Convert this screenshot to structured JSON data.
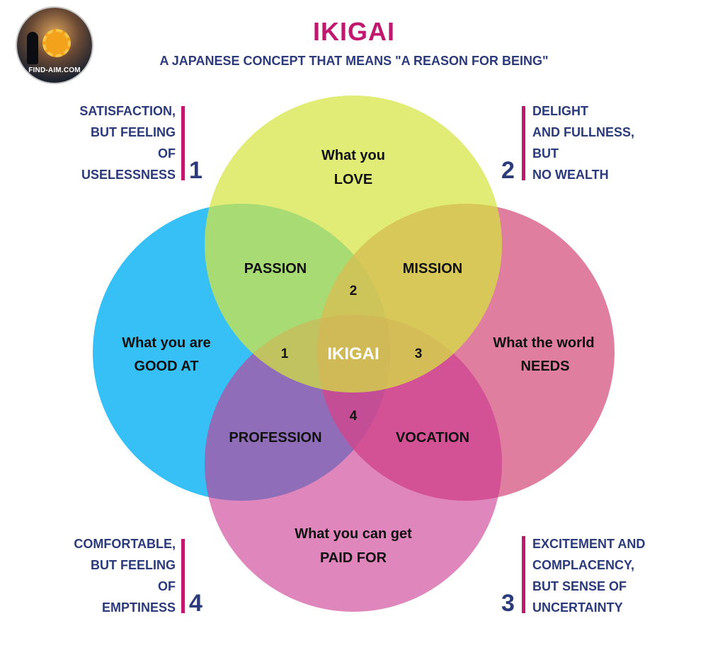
{
  "header": {
    "logo_text": "FIND-AIM.COM",
    "title": "IKIGAI",
    "subtitle": "A JAPANESE CONCEPT THAT MEANS \"A REASON FOR BEING\""
  },
  "circles": {
    "love": {
      "line1": "What you",
      "line2": "LOVE",
      "color": "#dcea5a"
    },
    "good_at": {
      "line1": "What you are",
      "line2": "GOOD AT",
      "color": "#2cbdf5"
    },
    "world_needs": {
      "line1": "What the world",
      "line2": "NEEDS",
      "color": "#d9618a"
    },
    "paid_for": {
      "line1": "What you can get",
      "line2": "PAID FOR",
      "color": "#d97eb6"
    }
  },
  "regions": {
    "passion": "PASSION",
    "mission": "MISSION",
    "profession": "PROFESSION",
    "vocation": "VOCATION",
    "center": "IKIGAI"
  },
  "intersection_numbers": {
    "n1": "1",
    "n2": "2",
    "n3": "3",
    "n4": "4"
  },
  "notes": {
    "note1": {
      "lines": [
        "SATISFACTION,",
        "BUT FEELING",
        "OF",
        "USELESSNESS"
      ],
      "number": "1"
    },
    "note2": {
      "lines": [
        "DELIGHT",
        "AND FULLNESS,",
        "BUT",
        "NO WEALTH"
      ],
      "number": "2"
    },
    "note3": {
      "lines": [
        "EXCITEMENT AND",
        "COMPLACENCY,",
        "BUT SENSE OF",
        "UNCERTAINTY"
      ],
      "number": "3"
    },
    "note4": {
      "lines": [
        "COMFORTABLE,",
        "BUT FEELING",
        "OF",
        "EMPTINESS"
      ],
      "number": "4"
    }
  },
  "colors": {
    "accent": "#c0186f",
    "navy": "#2b3a7a"
  }
}
